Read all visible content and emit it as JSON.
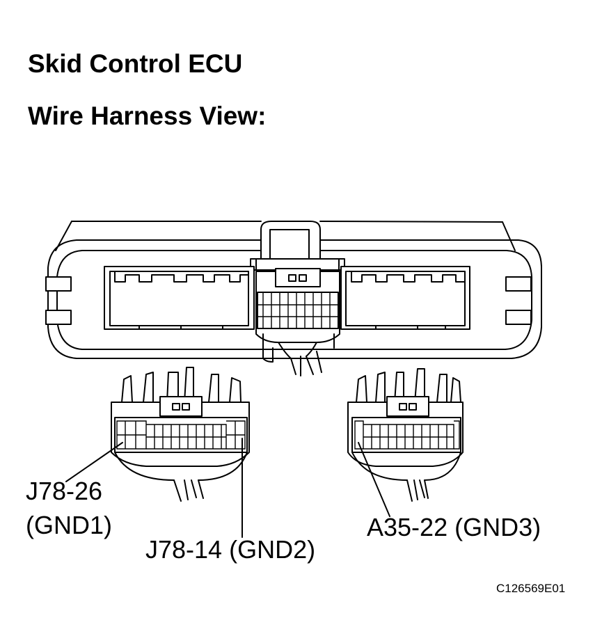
{
  "heading": {
    "component": "Skid Control ECU",
    "view": "Wire Harness View:"
  },
  "callouts": {
    "gnd1_pin": "J78-26",
    "gnd1_name": "(GND1)",
    "gnd2": "J78-14 (GND2)",
    "gnd3": "A35-22 (GND3)"
  },
  "figure_code": "C126569E01"
}
